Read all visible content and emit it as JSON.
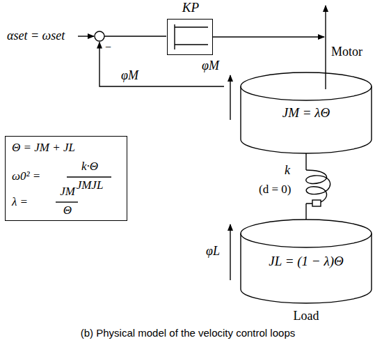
{
  "diagram": {
    "caption": "(b) Physical model of the velocity control loops",
    "nodes": [
      {
        "text": [
          "KP"
        ]
      },
      {
        "text": [
          "JM = λΘ"
        ]
      },
      {
        "text": [
          "Θ = JM + JL",
          "ω0² =",
          "k·Θ",
          "JMJL",
          "λ =",
          "JM",
          "Θ"
        ]
      },
      {
        "text": [
          "JL = (1 − λ)Θ",
          "Load"
        ]
      }
    ],
    "edges": [
      {
        "from": 0,
        "to": 1,
        "arrow": "to"
      },
      {
        "from": 1,
        "to": 3,
        "arrow": "none"
      }
    ],
    "labels": [
      "αset = ωset",
      "−",
      "φ̇M",
      "φM",
      "Motor",
      "k",
      "(d = 0)",
      "φL"
    ]
  }
}
